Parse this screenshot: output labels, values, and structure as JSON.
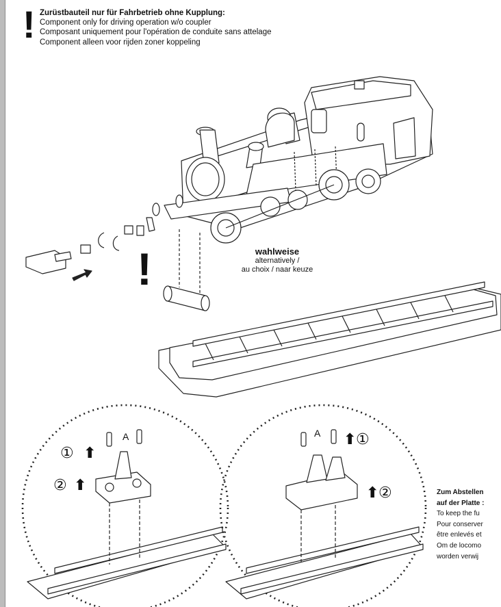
{
  "note": {
    "title": "Zurüstbauteil nur für Fahrbetrieb ohne Kupplung:",
    "lines": [
      "Component only for driving operation w/o coupler",
      "Composant uniquement pour l'opération de conduite sans attelage",
      "Component alleen voor rijden zoner koppeling"
    ]
  },
  "warning_symbol": "!",
  "alternative": {
    "title": "wahlweise",
    "line1": "alternatively /",
    "line2": "au choix / naar keuze"
  },
  "detail_left": {
    "label_a": "A",
    "step1": "①",
    "step2": "②",
    "arrow": "⬆"
  },
  "detail_right": {
    "label_a": "A",
    "step1": "①",
    "step2": "②",
    "arrow": "⬆"
  },
  "callout": {
    "bold1": "Zum Abstellen",
    "bold2": "auf der Platte :",
    "l1": "To keep the fu",
    "l2": "Pour conserver",
    "l3": "être enlevés et",
    "l4": "Om de locomo",
    "l5": "worden verwij"
  }
}
